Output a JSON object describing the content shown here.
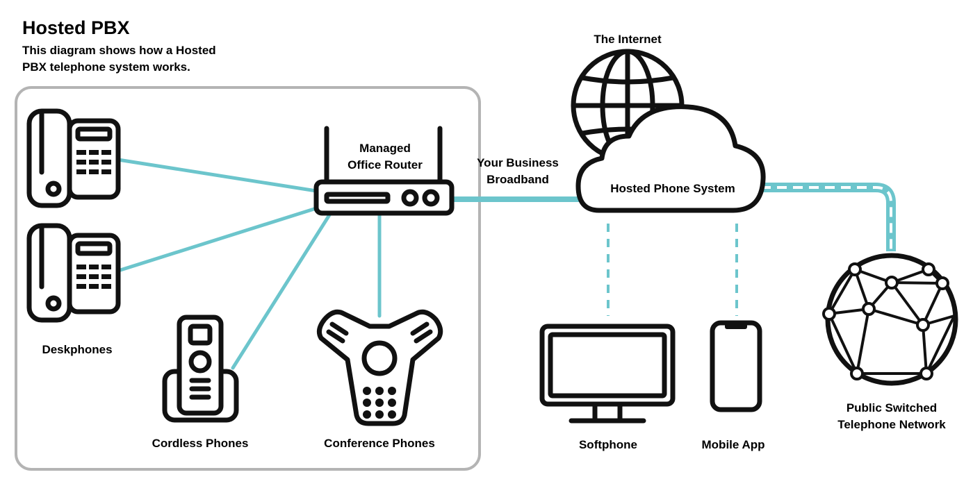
{
  "header": {
    "title": "Hosted PBX",
    "description_line1": "This diagram shows how a Hosted",
    "description_line2": "PBX telephone system works."
  },
  "office": {
    "router_label_line1": "Managed",
    "router_label_line2": "Office Router",
    "deskphones_label": "Deskphones",
    "cordless_label": "Cordless Phones",
    "conference_label": "Conference Phones"
  },
  "broadband": {
    "label_line1": "Your Business",
    "label_line2": "Broadband"
  },
  "internet": {
    "label": "The Internet",
    "cloud_label": "Hosted Phone System"
  },
  "endpoints": {
    "softphone_label": "Softphone",
    "mobile_label": "Mobile App"
  },
  "pstn": {
    "label_line1": "Public Switched",
    "label_line2": "Telephone Network"
  },
  "colors": {
    "link": "#6cc5cc",
    "icon": "#111111",
    "office_border": "#b4b4b4"
  },
  "icons": [
    "deskphone-icon",
    "router-icon",
    "cordless-phone-icon",
    "conference-phone-icon",
    "globe-icon",
    "cloud-icon",
    "monitor-icon",
    "mobile-phone-icon",
    "network-globe-icon"
  ]
}
